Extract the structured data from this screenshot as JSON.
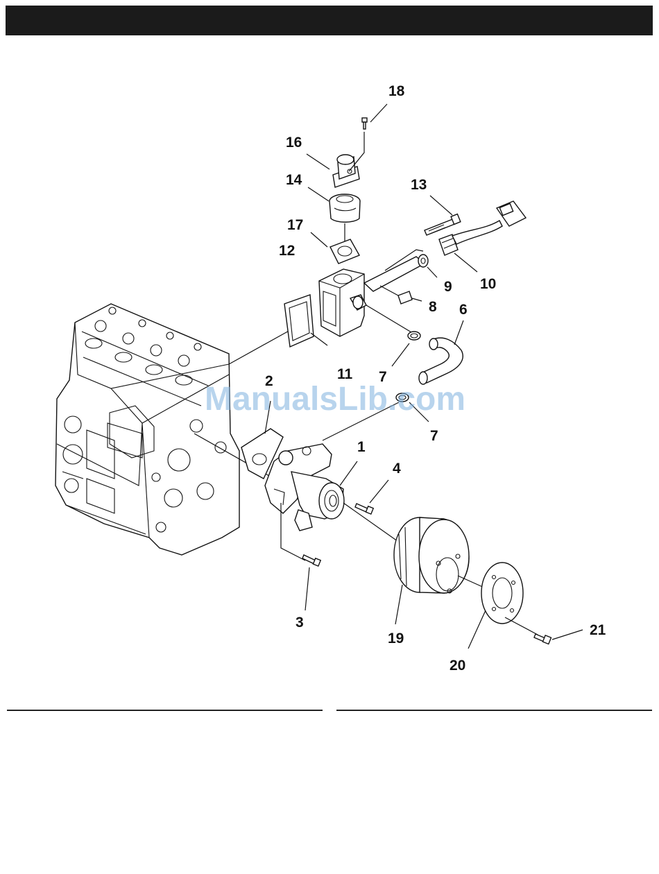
{
  "watermark": "ManualsLib.com",
  "callouts": {
    "c1": "1",
    "c2": "2",
    "c3": "3",
    "c4": "4",
    "c6": "6",
    "c7a": "7",
    "c7b": "7",
    "c8": "8",
    "c9": "9",
    "c10": "10",
    "c11": "11",
    "c12": "12",
    "c13": "13",
    "c14": "14",
    "c16": "16",
    "c17": "17",
    "c18": "18",
    "c19": "19",
    "c20": "20",
    "c21": "21"
  }
}
